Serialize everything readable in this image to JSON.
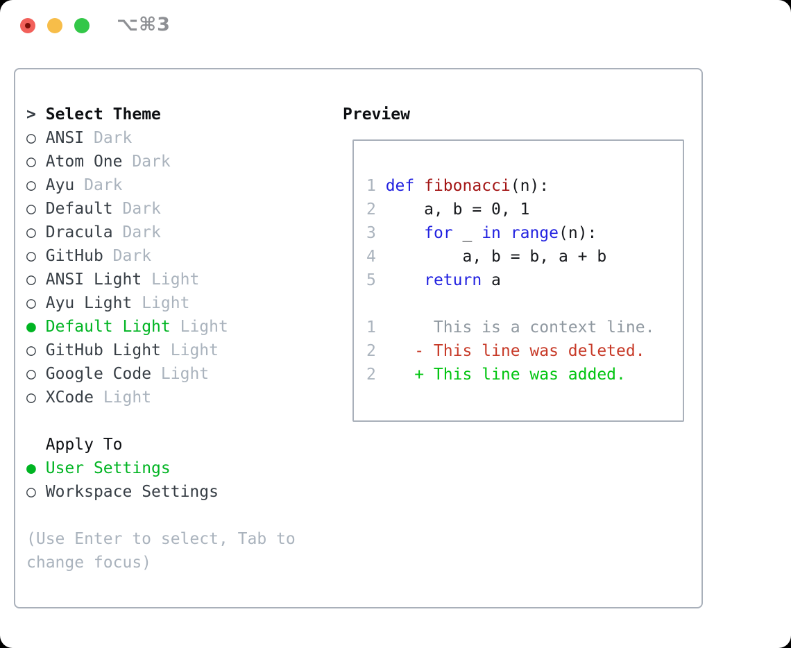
{
  "window": {
    "title": "⌥⌘3"
  },
  "markers": {
    "prompt": ">",
    "selected": "●",
    "unselected": "○"
  },
  "theme_panel": {
    "header": "Select Theme",
    "items": [
      {
        "name": "ANSI",
        "tag": "Dark",
        "selected": false
      },
      {
        "name": "Atom One",
        "tag": "Dark",
        "selected": false
      },
      {
        "name": "Ayu",
        "tag": "Dark",
        "selected": false
      },
      {
        "name": "Default",
        "tag": "Dark",
        "selected": false
      },
      {
        "name": "Dracula",
        "tag": "Dark",
        "selected": false
      },
      {
        "name": "GitHub",
        "tag": "Dark",
        "selected": false
      },
      {
        "name": "ANSI Light",
        "tag": "Light",
        "selected": false
      },
      {
        "name": "Ayu Light",
        "tag": "Light",
        "selected": false
      },
      {
        "name": "Default Light",
        "tag": "Light",
        "selected": true
      },
      {
        "name": "GitHub Light",
        "tag": "Light",
        "selected": false
      },
      {
        "name": "Google Code",
        "tag": "Light",
        "selected": false
      },
      {
        "name": "XCode",
        "tag": "Light",
        "selected": false
      }
    ]
  },
  "apply_panel": {
    "header": "Apply To",
    "items": [
      {
        "label": "User Settings",
        "selected": true
      },
      {
        "label": "Workspace Settings",
        "selected": false
      }
    ]
  },
  "hint": {
    "lines": [
      "(Use Enter to select, Tab to",
      "change focus)"
    ]
  },
  "preview": {
    "header": "Preview",
    "lines": [
      {
        "kind": "code",
        "num": "1",
        "segments": [
          {
            "t": " ",
            "c": "pl"
          },
          {
            "t": "def",
            "c": "kw"
          },
          {
            "t": " ",
            "c": "pl"
          },
          {
            "t": "fibonacci",
            "c": "fn"
          },
          {
            "t": "(n):",
            "c": "pl"
          }
        ]
      },
      {
        "kind": "code",
        "num": "2",
        "segments": [
          {
            "t": "     a, b = 0, 1",
            "c": "pl"
          }
        ]
      },
      {
        "kind": "code",
        "num": "3",
        "segments": [
          {
            "t": "     ",
            "c": "pl"
          },
          {
            "t": "for",
            "c": "kw"
          },
          {
            "t": " _ ",
            "c": "pl"
          },
          {
            "t": "in",
            "c": "kw"
          },
          {
            "t": " ",
            "c": "pl"
          },
          {
            "t": "range",
            "c": "kw"
          },
          {
            "t": "(n):",
            "c": "pl"
          }
        ]
      },
      {
        "kind": "code",
        "num": "4",
        "segments": [
          {
            "t": "         a, b = b, a + b",
            "c": "pl"
          }
        ]
      },
      {
        "kind": "code",
        "num": "5",
        "segments": [
          {
            "t": "     ",
            "c": "pl"
          },
          {
            "t": "return",
            "c": "kw"
          },
          {
            "t": " a",
            "c": "pl"
          }
        ]
      },
      {
        "kind": "blank",
        "num": "",
        "segments": []
      },
      {
        "kind": "context",
        "num": "1",
        "segments": [
          {
            "t": "      This is a context line.",
            "c": "ctx"
          }
        ]
      },
      {
        "kind": "deleted",
        "num": "2",
        "segments": [
          {
            "t": "    - This line was deleted.",
            "c": "del"
          }
        ]
      },
      {
        "kind": "added",
        "num": "2",
        "segments": [
          {
            "t": "    + This line was added.",
            "c": "add"
          }
        ]
      }
    ]
  },
  "colors": {
    "accent_green": "#00b422",
    "added_green": "#00c40f",
    "deleted_red": "#c73a28",
    "keyword_blue": "#2222e0",
    "function_red": "#a31515",
    "muted_gray": "#aab3bd",
    "context_gray": "#8f98a0",
    "text_dark": "#373e45",
    "header_black": "#0d0f12",
    "code_black": "#17191d",
    "border_gray": "#a9b0ba",
    "traffic_red": "#f2605a",
    "traffic_red_dot": "#7c0f08",
    "traffic_yellow": "#f7bd49",
    "traffic_green": "#33c748",
    "title_gray": "#8e9094",
    "window_bg": "#ffffff",
    "page_bg": "#000000"
  }
}
